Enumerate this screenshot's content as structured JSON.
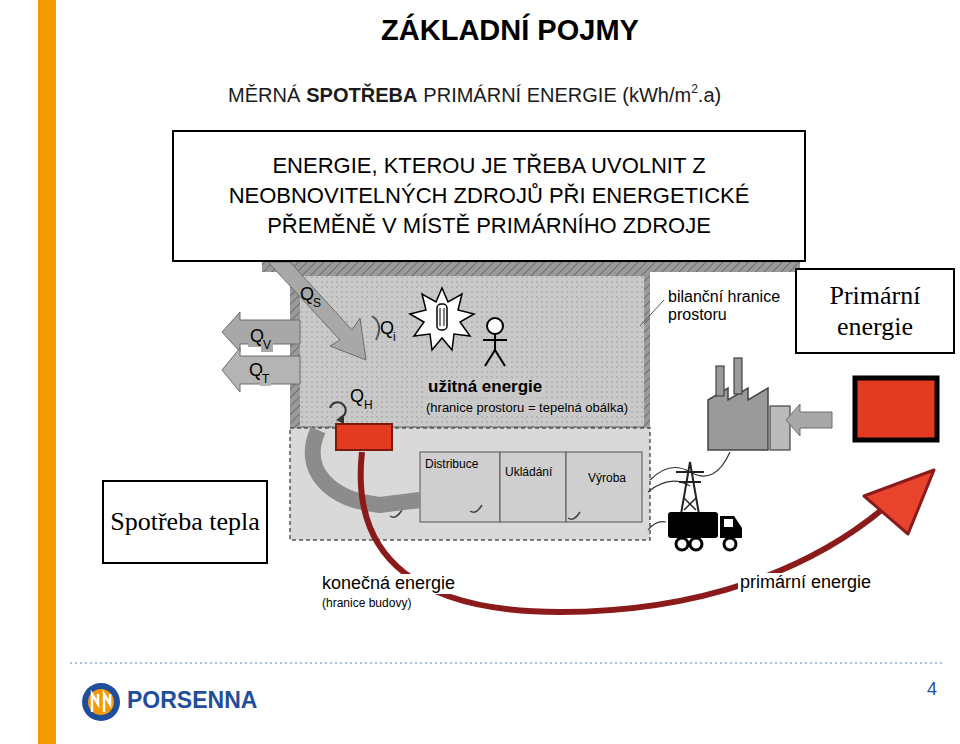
{
  "diagram": {
    "title": "ZÁKLADNÍ POJMY",
    "nodes": [
      {
        "text": [
          "ENERGIE, KTEROU JE TŘEBA UVOLNIT Z NEOBNOVITELNÝCH ZDROJŮ PŘI ENERGETICKÉ PŘEMĚNĚ V MÍSTĚ PRIMÁRNÍHO ZDROJE"
        ]
      },
      {
        "text": [
          "Primární energie"
        ]
      },
      {
        "text": [
          "Spotřeba tepla"
        ]
      }
    ],
    "labels": [
      "MĚRNÁ",
      "SPOTŘEBA",
      "PRIMÁRNÍ ENERGIE (kWh/m",
      "2",
      ".a)",
      "Q",
      "S",
      "Q",
      "V",
      "Q",
      "T",
      "Q",
      "i",
      "Q",
      "H",
      "bilanční hranice prostoru",
      "užitná energie",
      "(hranice prostoru = tepelná obálka)",
      "Distribuce",
      "Ukládání",
      "Výroba",
      "konečná energie",
      "(hranice budovy)",
      "primární energie",
      "PORSENNA",
      "4"
    ]
  }
}
